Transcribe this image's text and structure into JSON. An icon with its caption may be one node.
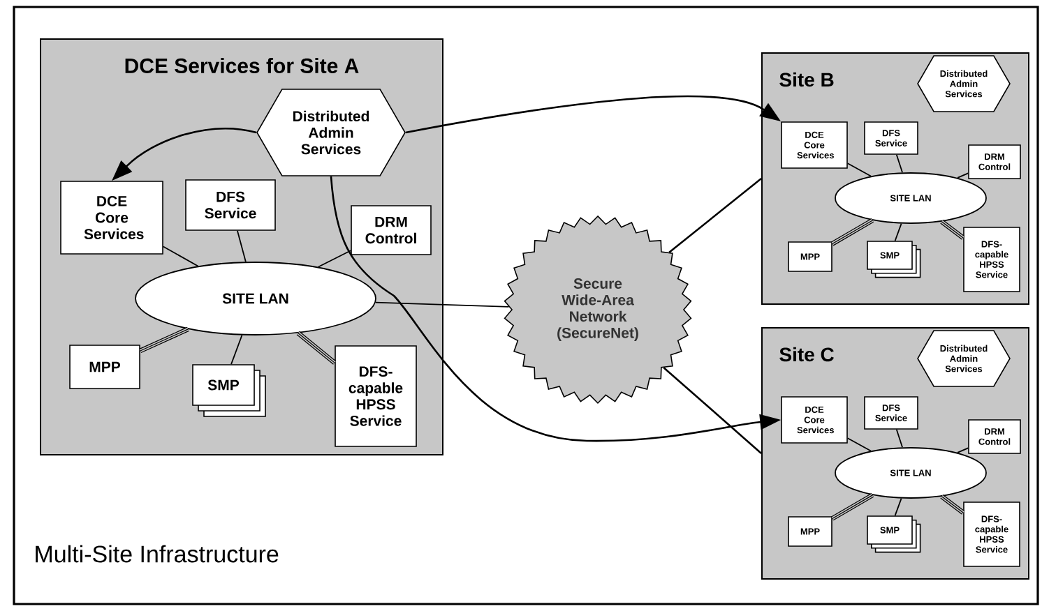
{
  "diagram": {
    "title": "Multi-Site Infrastructure",
    "nodes": [
      {
        "text": [
          "DCE Services for Site A"
        ]
      },
      {
        "text": [
          "Distributed Admin Services"
        ],
        "in": 0
      },
      {
        "text": [
          "DCE Core Services"
        ],
        "in": 0
      },
      {
        "text": [
          "DFS Service"
        ],
        "in": 0
      },
      {
        "text": [
          "DRM Control"
        ],
        "in": 0
      },
      {
        "text": [
          "SITE LAN"
        ],
        "in": 0
      },
      {
        "text": [
          "MPP"
        ],
        "in": 0
      },
      {
        "text": [
          "SMP"
        ],
        "in": 0
      },
      {
        "text": [
          "DFS-capable HPSS Service"
        ],
        "in": 0
      },
      {
        "text": [
          "Secure Wide-Area Network (SecureNet)"
        ]
      },
      {
        "text": [
          "Site B"
        ]
      },
      {
        "text": [
          "Distributed Admin Services"
        ],
        "in": 10
      },
      {
        "text": [
          "DCE Core Services"
        ],
        "in": 10
      },
      {
        "text": [
          "DFS Service"
        ],
        "in": 10
      },
      {
        "text": [
          "DRM Control"
        ],
        "in": 10
      },
      {
        "text": [
          "SITE LAN"
        ],
        "in": 10
      },
      {
        "text": [
          "MPP"
        ],
        "in": 10
      },
      {
        "text": [
          "SMP"
        ],
        "in": 10
      },
      {
        "text": [
          "DFS-capable HPSS Service"
        ],
        "in": 10
      },
      {
        "text": [
          "Site C"
        ]
      },
      {
        "text": [
          "Distributed Admin Services"
        ],
        "in": 19
      },
      {
        "text": [
          "DCE Core Services"
        ],
        "in": 19
      },
      {
        "text": [
          "DFS Service"
        ],
        "in": 19
      },
      {
        "text": [
          "DRM Control"
        ],
        "in": 19
      },
      {
        "text": [
          "SITE LAN"
        ],
        "in": 19
      },
      {
        "text": [
          "MPP"
        ],
        "in": 19
      },
      {
        "text": [
          "SMP"
        ],
        "in": 19
      },
      {
        "text": [
          "DFS-capable HPSS Service"
        ],
        "in": 19
      }
    ],
    "edges": [
      {
        "from": 1,
        "to": 2,
        "arrow": "to"
      },
      {
        "from": 2,
        "to": 5,
        "arrow": "none"
      },
      {
        "from": 3,
        "to": 5,
        "arrow": "none"
      },
      {
        "from": 4,
        "to": 5,
        "arrow": "none"
      },
      {
        "from": 5,
        "to": 6,
        "arrow": "none",
        "style": "thick"
      },
      {
        "from": 5,
        "to": 7,
        "arrow": "none"
      },
      {
        "from": 5,
        "to": 8,
        "arrow": "none",
        "style": "thick"
      },
      {
        "from": 5,
        "to": 9,
        "arrow": "none"
      },
      {
        "from": 1,
        "to": 12,
        "arrow": "to"
      },
      {
        "from": 1,
        "to": 21,
        "arrow": "to"
      },
      {
        "from": 9,
        "to": 10,
        "arrow": "none"
      },
      {
        "from": 9,
        "to": 19,
        "arrow": "none"
      },
      {
        "from": 12,
        "to": 15,
        "arrow": "none"
      },
      {
        "from": 13,
        "to": 15,
        "arrow": "none"
      },
      {
        "from": 14,
        "to": 15,
        "arrow": "none"
      },
      {
        "from": 15,
        "to": 16,
        "arrow": "none",
        "style": "thick"
      },
      {
        "from": 15,
        "to": 17,
        "arrow": "none"
      },
      {
        "from": 15,
        "to": 18,
        "arrow": "none",
        "style": "thick"
      },
      {
        "from": 21,
        "to": 24,
        "arrow": "none"
      },
      {
        "from": 22,
        "to": 24,
        "arrow": "none"
      },
      {
        "from": 23,
        "to": 24,
        "arrow": "none"
      },
      {
        "from": 24,
        "to": 25,
        "arrow": "none",
        "style": "thick"
      },
      {
        "from": 24,
        "to": 26,
        "arrow": "none"
      },
      {
        "from": 24,
        "to": 27,
        "arrow": "none",
        "style": "thick"
      }
    ]
  }
}
